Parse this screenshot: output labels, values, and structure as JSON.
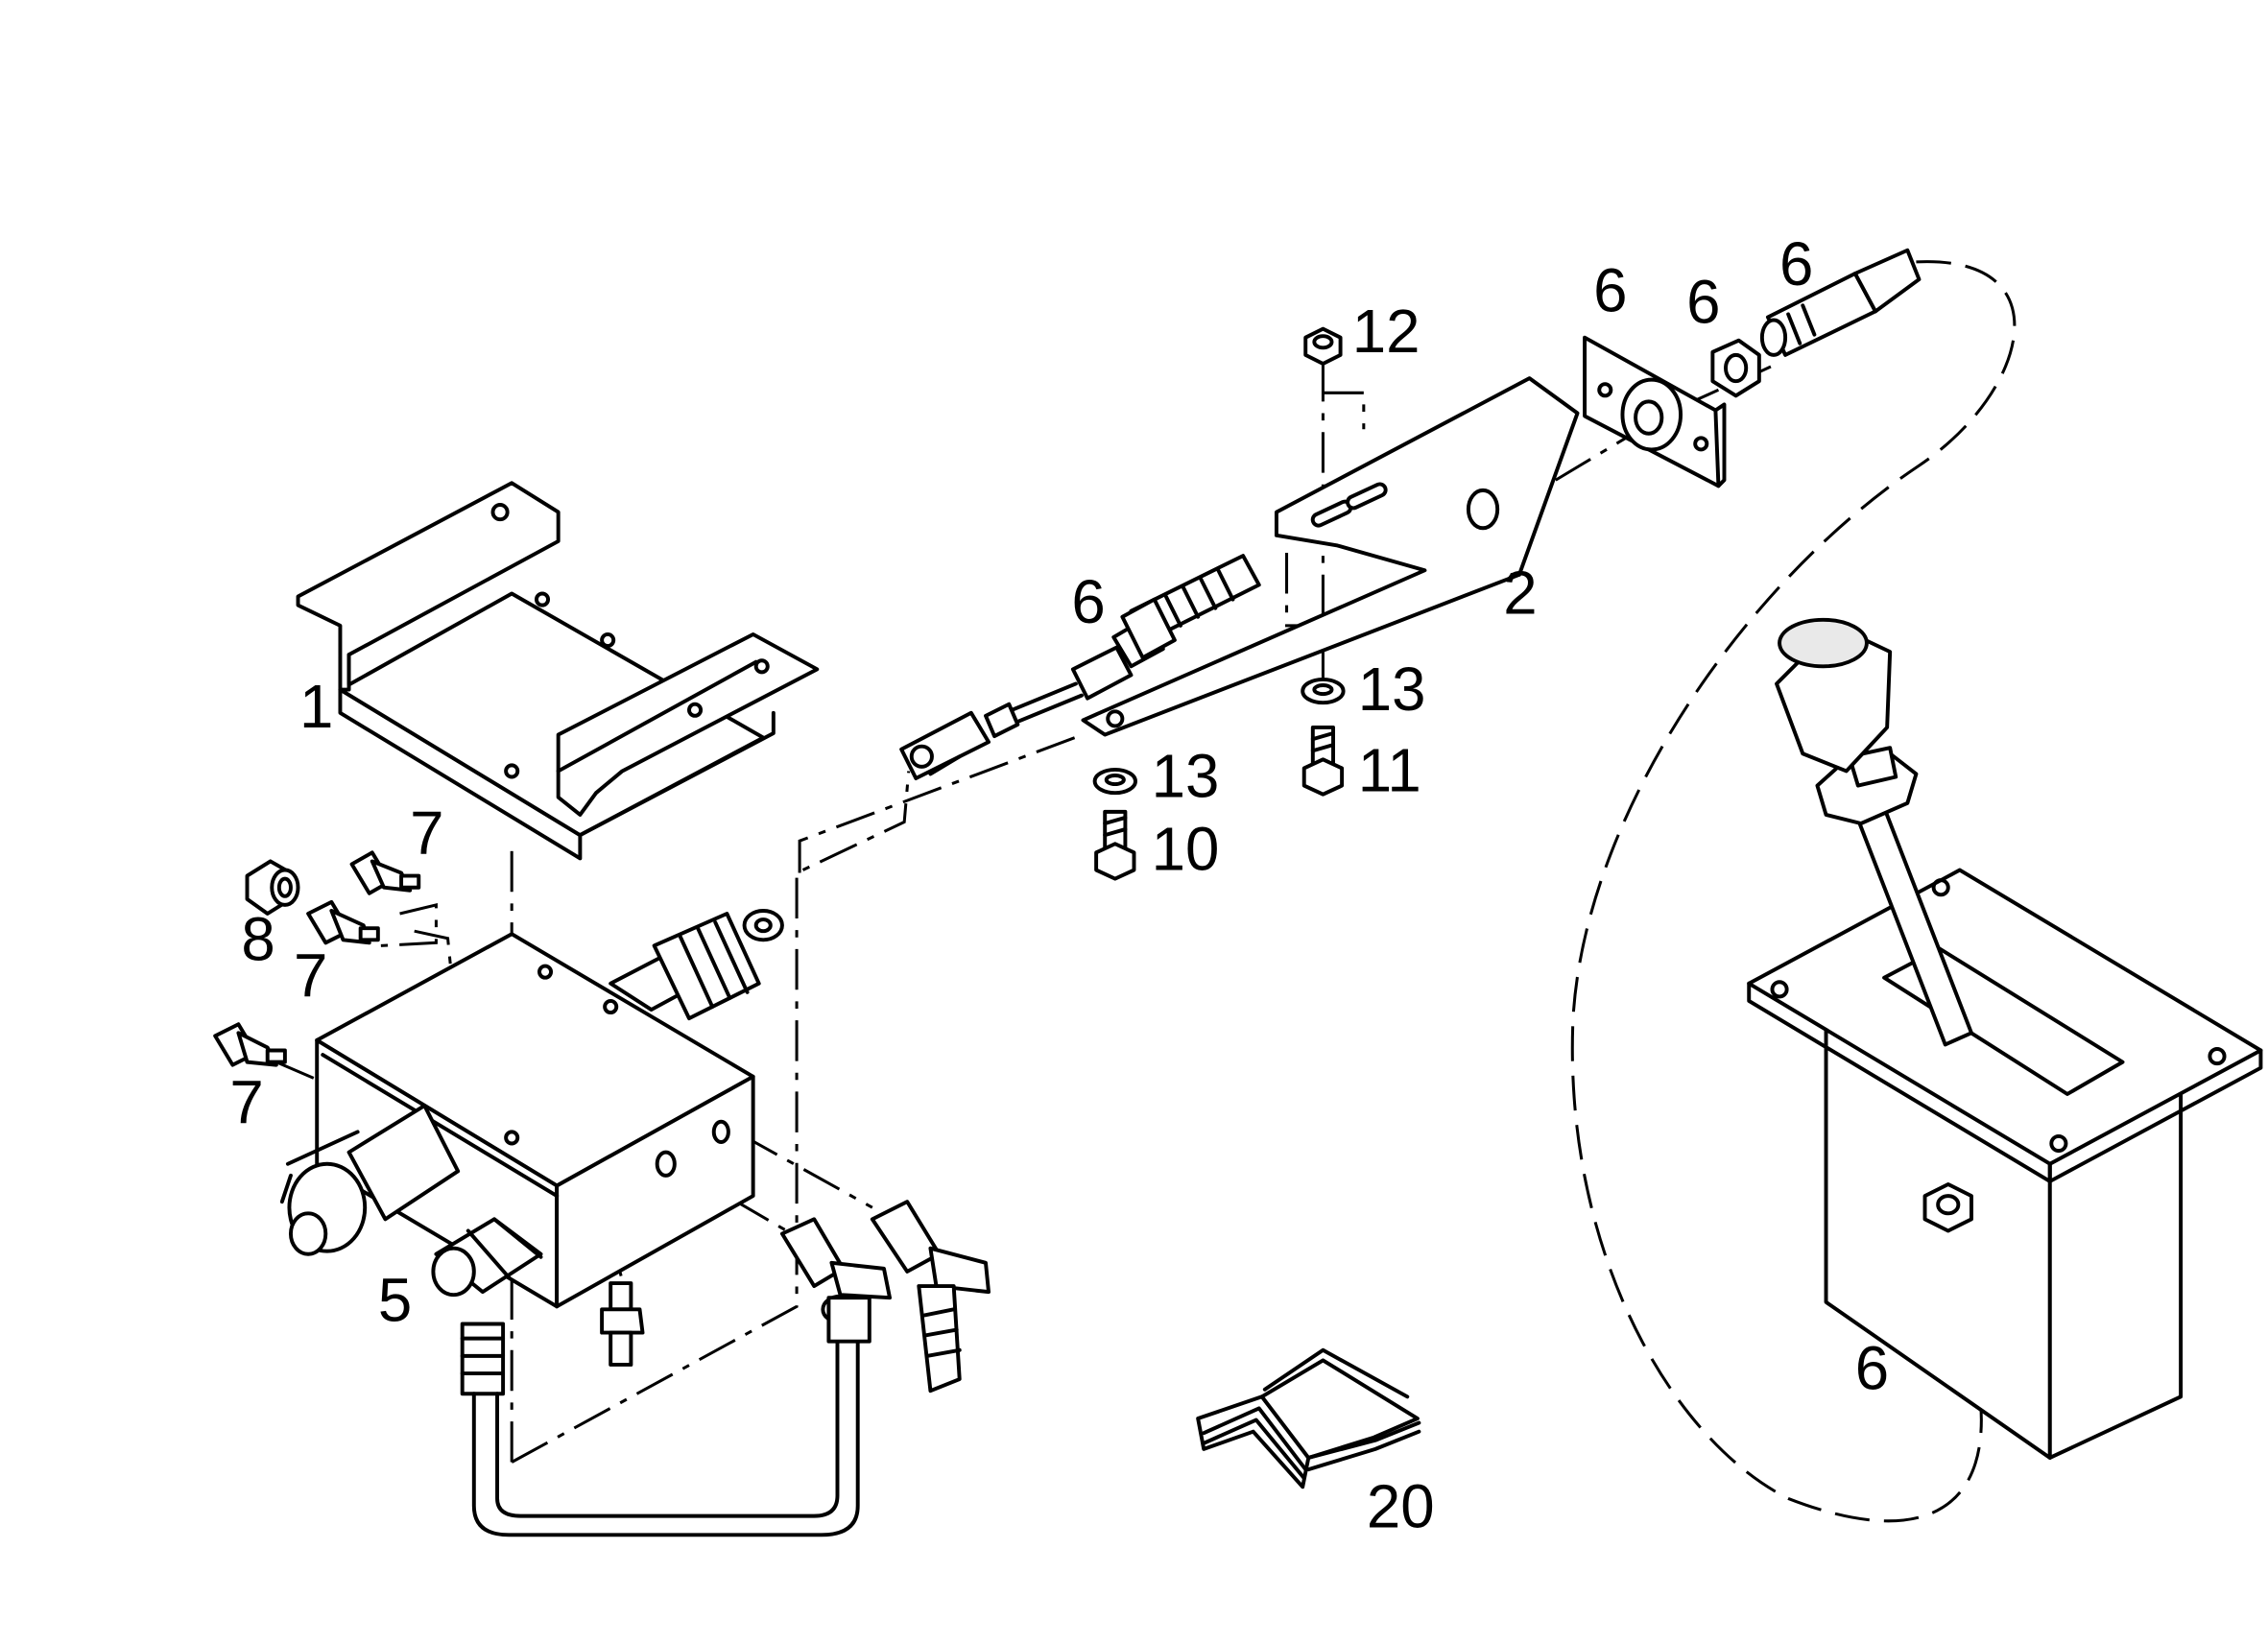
{
  "callouts": {
    "c1": "1",
    "c2": "2",
    "c5": "5",
    "c6_cable_top": "6",
    "c6_plate": "6",
    "c6_nut": "6",
    "c6_cable_end": "6",
    "c6_lever": "6",
    "c7_top": "7",
    "c7_mid": "7",
    "c7_bottom": "7",
    "c8": "8",
    "c10": "10",
    "c11": "11",
    "c12": "12",
    "c13_left": "13",
    "c13_right": "13",
    "c20": "20"
  }
}
